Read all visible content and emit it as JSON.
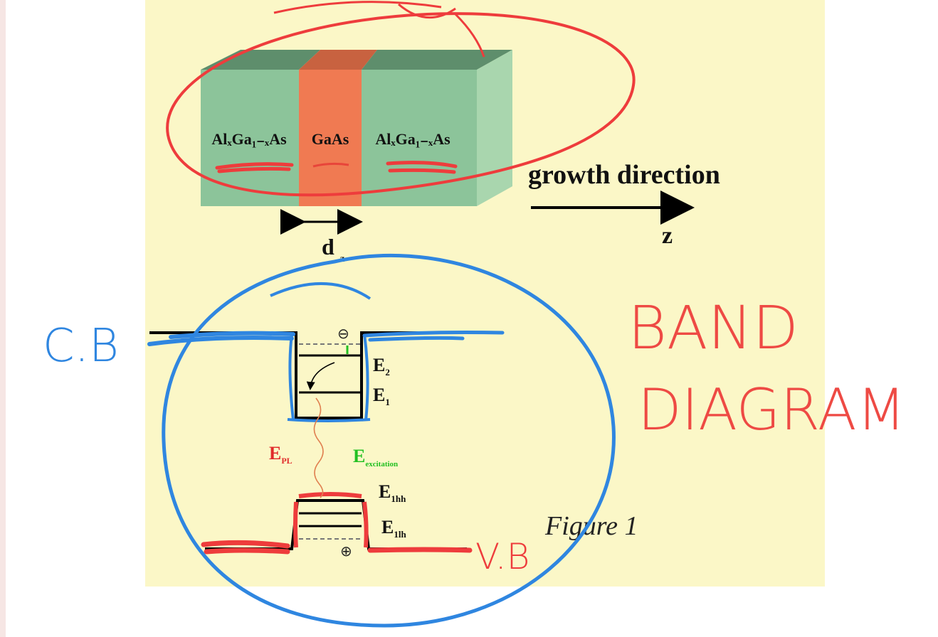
{
  "structure": {
    "layer_left": "AlₓGa₁₋ₓAs",
    "layer_center": "GaAs",
    "layer_right": "AlₓGa₁₋ₓAs",
    "width_label": "d",
    "width_subscript": "z"
  },
  "growth": {
    "label": "growth direction",
    "axis": "z"
  },
  "band_diagram": {
    "levels": {
      "E2": "E",
      "E2_sub": "2",
      "E1": "E",
      "E1_sub": "1",
      "E1hh": "E",
      "E1hh_sub": "1hh",
      "E1lh": "E",
      "E1lh_sub": "1lh"
    },
    "epl": "E",
    "epl_sub": "PL",
    "eexc": "E",
    "eexc_sub": "excitation",
    "electron_symbol": "⊖",
    "hole_symbol": "⊕",
    "caption": "Figure 1"
  },
  "annotations": {
    "cb": "C.B",
    "vb": "V.B",
    "title_line1": "BAND",
    "title_line2": "DIAGRAM"
  },
  "colors": {
    "panel": "#fbf7c7",
    "barrier": "#8cc49a",
    "barrier_top": "#5e8e6c",
    "well": "#f07a52",
    "well_top": "#c86240",
    "red_ink": "#ee3c3c",
    "blue_ink": "#2f86e0",
    "excitation": "#22c022",
    "pl": "#e02a2a"
  }
}
